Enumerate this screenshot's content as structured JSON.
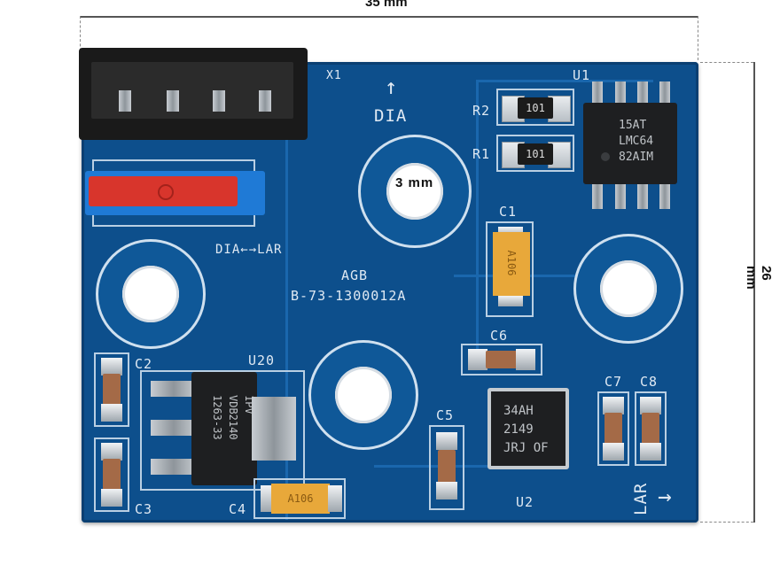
{
  "dimensions": {
    "width_label": "35 mm",
    "height_label": "26 mm",
    "hole_label": "3 mm"
  },
  "board": {
    "connector_ref": "X1",
    "dia_label": "DIA",
    "switch_label": "DIA←→LAR",
    "brand": "AGB",
    "part_number": "B-73-1300012A",
    "lar_label": "LAR"
  },
  "components": {
    "r1": "R1",
    "r2": "R2",
    "resistor_code": "101",
    "u1": "U1",
    "u1_marking": [
      "15AT",
      "LMC64",
      "82AIM"
    ],
    "c1": "C1",
    "c1_marking": "A106",
    "c2": "C2",
    "c3": "C3",
    "c4": "C4",
    "c4_marking": "A106",
    "c5": "C5",
    "c6": "C6",
    "c7": "C7",
    "c8": "C8",
    "u20": "U20",
    "u20_marking": [
      "1263-33",
      "VDB2140",
      "1PV"
    ],
    "u2": "U2",
    "u2_marking": [
      "34AH",
      "2149",
      "JRJ OF"
    ]
  },
  "colors": {
    "pcb": "#0d4f8c",
    "silkscreen": "#dfe9f3",
    "connector": "#1a1a1a",
    "switch_body": "#1f7ad6",
    "switch_actuator": "#d8352c",
    "tantalum": "#e8a83a"
  }
}
